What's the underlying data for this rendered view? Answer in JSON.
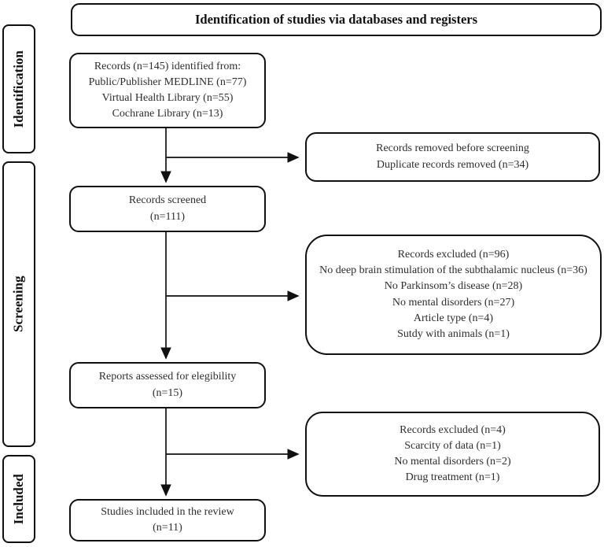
{
  "title": "Identification of studies via databases and registers",
  "sidebar": {
    "identification": "Identification",
    "screening": "Screening",
    "included": "Included"
  },
  "boxes": {
    "records_identified": {
      "lines": [
        "Records (n=145) identified from:",
        "Public/Publisher MEDLINE (n=77)",
        "Virtual Health Library (n=55)",
        "Cochrane Library (n=13)"
      ]
    },
    "records_removed": {
      "lines": [
        "Records removed before screening",
        "Duplicate records removed (n=34)"
      ]
    },
    "records_screened": {
      "lines": [
        "Records screened",
        "(n=111)"
      ]
    },
    "records_excluded_screening": {
      "lines": [
        "Records excluded (n=96)",
        "No deep brain stimulation of the subthalamic nucleus (n=36)",
        "No Parkinsom’s disease (n=28)",
        "No mental disorders (n=27)",
        "Article type (n=4)",
        "Sutdy with animals (n=1)"
      ]
    },
    "reports_assessed": {
      "lines": [
        "Reports assessed for elegibility",
        "(n=15)"
      ]
    },
    "records_excluded_eligibility": {
      "lines": [
        "Records excluded (n=4)",
        "Scarcity of data (n=1)",
        "No mental disorders (n=2)",
        "Drug treatment (n=1)"
      ]
    },
    "studies_included": {
      "lines": [
        "Studies included in the review",
        "(n=11)"
      ]
    }
  },
  "colors": {
    "border": "#101010",
    "text": "#2d2d2d",
    "background": "#ffffff"
  }
}
